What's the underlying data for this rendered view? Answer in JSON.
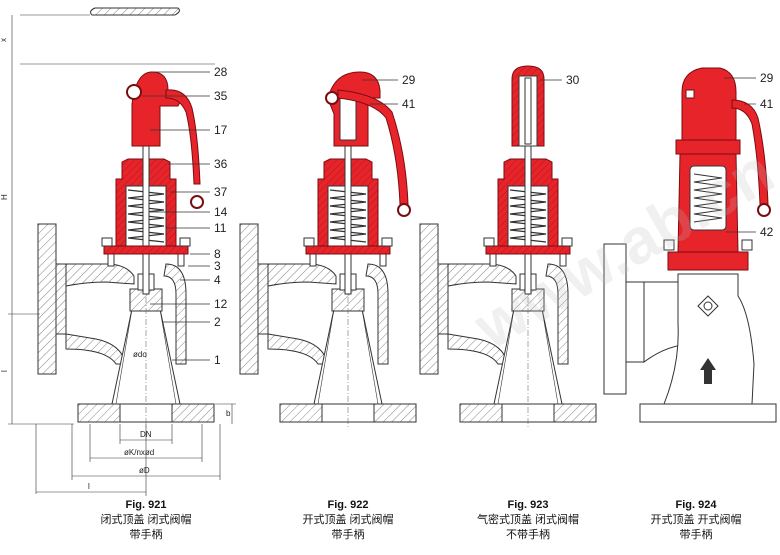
{
  "colors": {
    "red": "#e8242b",
    "outline": "#333333",
    "body_fill": "#ffffff",
    "hatch": "#555555"
  },
  "watermark": "www.ab.cn",
  "callouts_fig921": [
    "28",
    "35",
    "17",
    "36",
    "37",
    "14",
    "11",
    "8",
    "3",
    "4",
    "12",
    "2",
    "1"
  ],
  "callouts_fig922": [
    "29",
    "41"
  ],
  "callouts_fig923": [
    "30"
  ],
  "callouts_fig924": [
    "29",
    "41",
    "42"
  ],
  "dimensions": {
    "x": "x",
    "h_total": "H",
    "h_lower": "l",
    "b": "b",
    "dn": "DN",
    "dk": "øK/nxød",
    "dd": "øD",
    "l": "l",
    "do": "ødo"
  },
  "figures": [
    {
      "id": "Fig. 921",
      "line1": "闭式顶盖  闭式阀帽",
      "line2": "带手柄"
    },
    {
      "id": "Fig. 922",
      "line1": "开式顶盖  闭式阀帽",
      "line2": "带手柄"
    },
    {
      "id": "Fig. 923",
      "line1": "气密式顶盖  闭式阀帽",
      "line2": "不带手柄"
    },
    {
      "id": "Fig. 924",
      "line1": "开式顶盖  开式阀帽",
      "line2": "带手柄"
    }
  ]
}
